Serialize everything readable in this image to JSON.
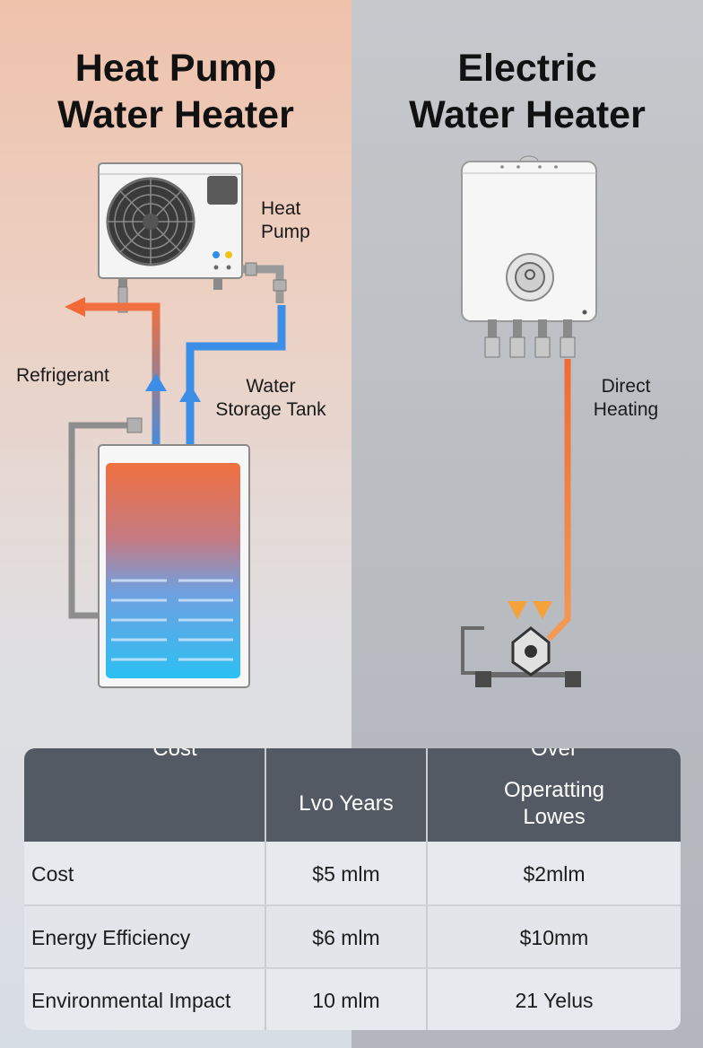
{
  "left_panel": {
    "title_line1": "Heat Pump",
    "title_line2": "Water Heater",
    "labels": {
      "heat_pump_1": "Heat",
      "heat_pump_2": "Pump",
      "refrigerant": "Refrigerant",
      "tank_1": "Water",
      "tank_2": "Storage Tank"
    }
  },
  "right_panel": {
    "title_line1": "Electric",
    "title_line2": "Water Heater",
    "labels": {
      "direct_1": "Direct",
      "direct_2": "Heating"
    }
  },
  "colors": {
    "hot": "#f26a35",
    "cold": "#2f8fe6",
    "header": "#545a63"
  },
  "table": {
    "headers": {
      "col1": "Cost",
      "col2": "Lvo Years",
      "col3_line1": "Over",
      "col3_line2": "Operatting",
      "col3_line3": "Lowes"
    },
    "rows": [
      {
        "label": "Cost",
        "v1": "$5 mlm",
        "v2": "$2mlm"
      },
      {
        "label": "Energy Efficiency",
        "v1": "$6 mlm",
        "v2": "$10mm"
      },
      {
        "label": "Environmental Impact",
        "v1": "10 mlm",
        "v2": "21 Yelus"
      }
    ]
  }
}
